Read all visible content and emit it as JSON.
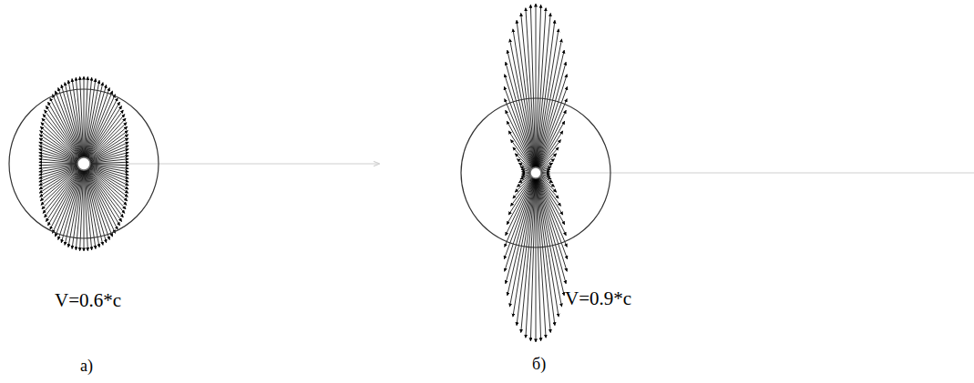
{
  "diagram": {
    "labels": [
      "V=0.6*c",
      "а)",
      "V=0.9*c",
      "б)"
    ]
  }
}
